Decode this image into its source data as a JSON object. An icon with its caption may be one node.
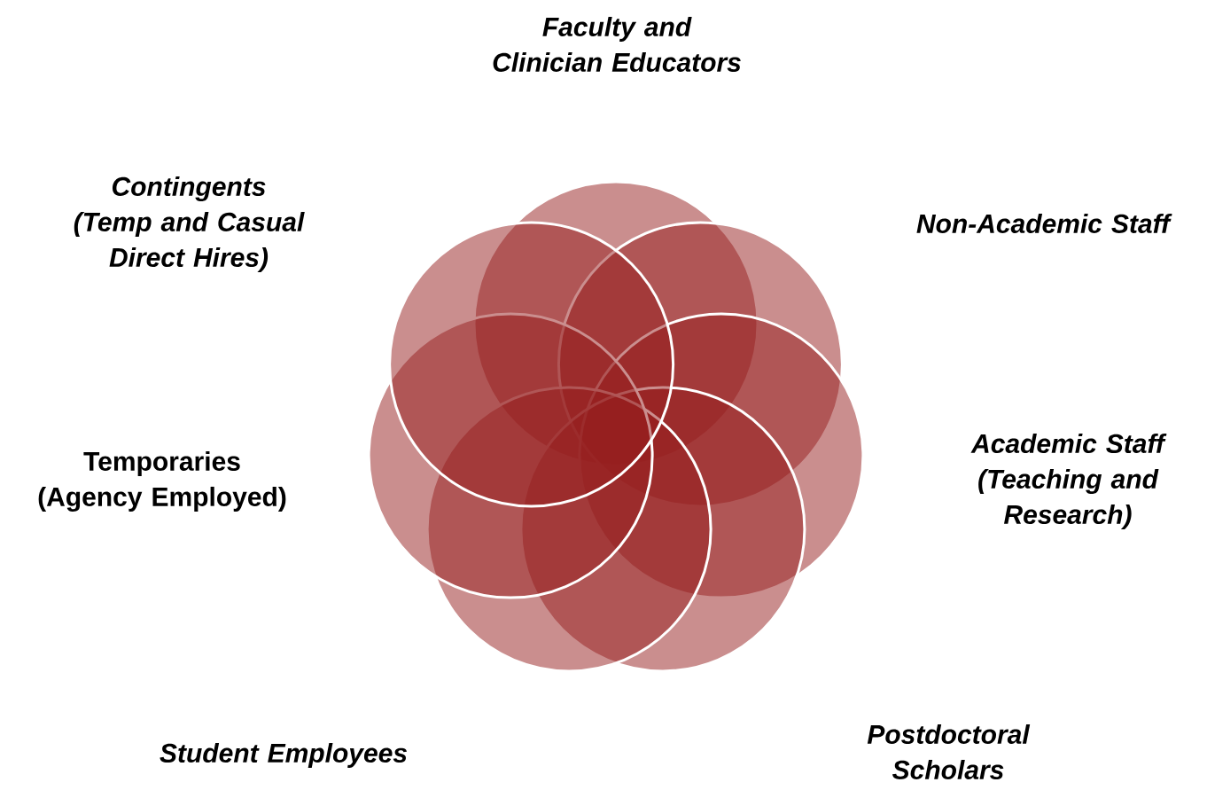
{
  "diagram": {
    "labels": [
      "Faculty and Clinician Educators",
      "Contingents (Temp and Casual Direct Hires)",
      "Non-Academic Staff",
      "Temporaries (Agency Employed)",
      "Academic Staff (Teaching and Research)",
      "Student Employees",
      "Postdoctoral Scholars"
    ]
  }
}
